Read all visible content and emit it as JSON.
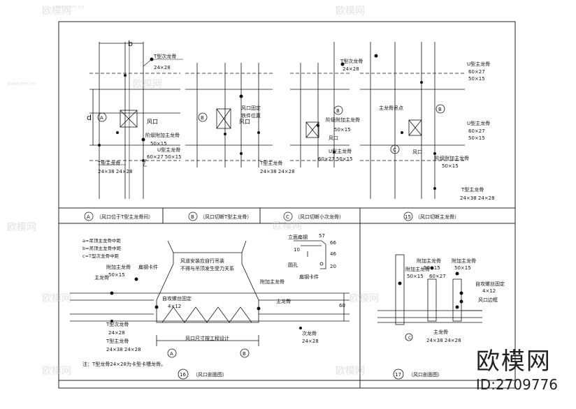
{
  "panel_labels": {
    "a": "A",
    "a_title": "（风口位于T型主龙骨间）",
    "b": "B",
    "b_title": "（风口切断T型主龙骨）",
    "c": "C",
    "c_title": "（风口切断小次龙骨）",
    "p15": "15",
    "p15_title": "（风口切断主龙骨）",
    "p16": "16",
    "p16_title": "（风口剖面图）",
    "p17": "17",
    "p17_title": "（风口剖面图）"
  },
  "labels": {
    "t_sub": "T型次龙骨",
    "size_24x28": "24×28",
    "t_main": "T型主龙骨",
    "size_24x38_24x28": "24×38  24×28",
    "fengkou": "风口",
    "step_add": "阶级附加主龙骨",
    "size_50x15": "50×15",
    "u_main": "U型主龙骨",
    "size_60x27_50x15": "60×27  50×15",
    "size_60x27": "60×27",
    "fk_fix1": "风口固定",
    "fk_fix2": "铁件位置",
    "main_hang": "主龙骨吊点",
    "t_main2": "T型主龙骨",
    "size_24x38_24x28b": "24×38  24×28",
    "dim_b": "b",
    "dim_d": "d",
    "note_a1": "a=吊顶主龙骨中距",
    "note_a2": "b=吊顶主龙骨中距",
    "note_a3": "c=T型次龙骨中距",
    "add_main": "附加主龙骨",
    "flat_clip": "扁钢卡件",
    "main_keel": "主龙骨",
    "vent_note1": "风道安装应自行吊装",
    "vent_note2": "不得与吊顶发生受力关系",
    "self_screw": "自攻螺丝固定",
    "size_4x12": "4×12",
    "fk_dim": "风口尺寸按工程设计",
    "sub_keel": "次龙骨",
    "t_sub2": "T型次龙骨",
    "size_24x28b": "24×28",
    "plate_title": "立面扁钢",
    "dim_57": "57",
    "dim_66": "66",
    "dim_10": "10",
    "dim_46": "46",
    "dim_20": "20",
    "round_hole": "圆孔",
    "flat_clip2": "扁钢卡件",
    "add_main2": "附加主龙骨",
    "size_50x15b": "50×15",
    "u_main2": "U型主龙骨",
    "size_60x27b": "60×27",
    "self_screw2": "自攻螺丝固定",
    "size_4x12b": "4×12",
    "fk_edge": "风口边框",
    "main_keel2": "主龙骨",
    "size_24x38_24x28c": "24×38  24×28",
    "dim_60": "60",
    "footnote": "注：T型龙骨24×28为卡型卡槽龙骨。"
  },
  "watermark": {
    "text": "欧模网",
    "url": "www.om.cn"
  },
  "brand": {
    "name": "欧模网",
    "id": "ID:2709776"
  }
}
